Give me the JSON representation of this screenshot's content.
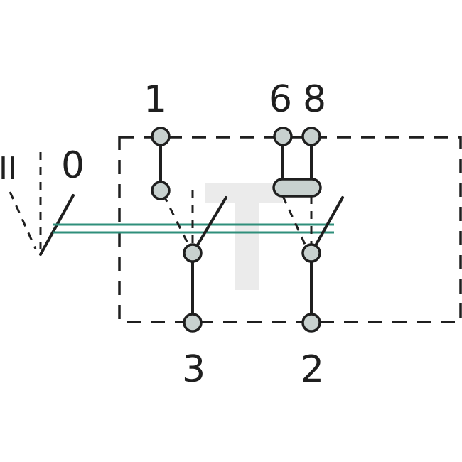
{
  "diagram": {
    "top_labels": [
      "1",
      "6",
      "8"
    ],
    "bottom_labels": [
      "3",
      "2"
    ],
    "position_labels": [
      "II",
      "0"
    ],
    "colors": {
      "line": "#1f1f1f",
      "terminal_fill": "#c8d1cf",
      "mechanical_link": "#2f8f7b",
      "watermark": "#e6e6e6"
    }
  }
}
